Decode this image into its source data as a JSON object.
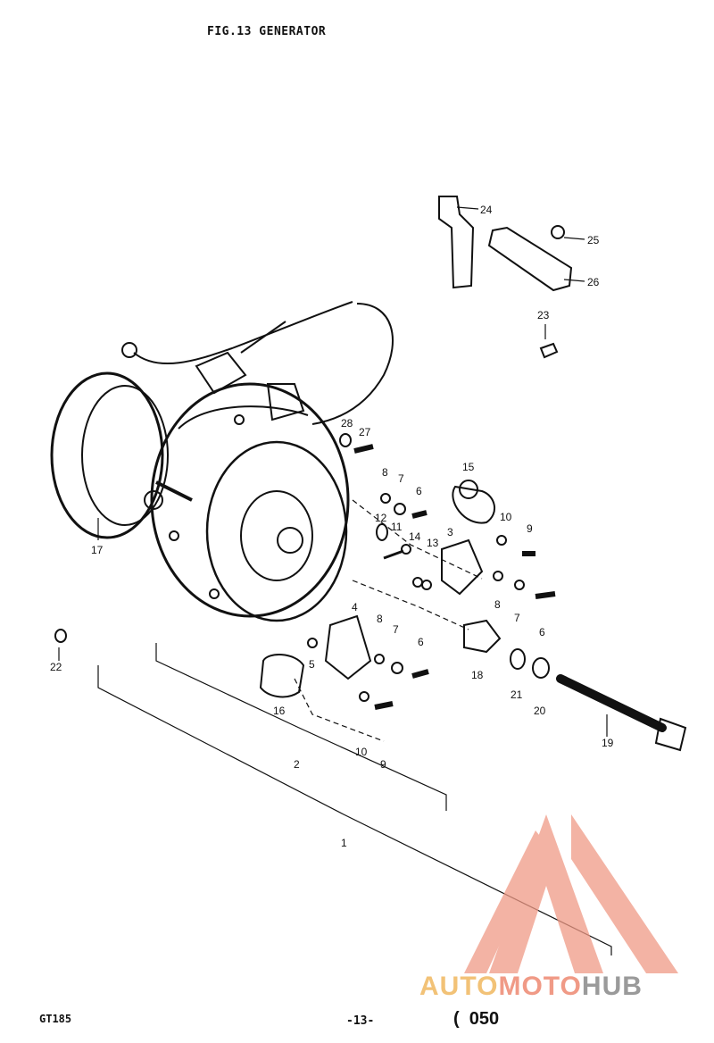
{
  "title": "FIG.13  GENERATOR",
  "footer": {
    "model": "GT185",
    "page": "-13-",
    "code_prefix": "(",
    "code": "050"
  },
  "watermark": {
    "part1": "AUTO",
    "part2": "MOTO",
    "part3": "HUB",
    "logo_icon": "triangle-logo-icon"
  },
  "callouts": [
    {
      "n": "24"
    },
    {
      "n": "25"
    },
    {
      "n": "26"
    },
    {
      "n": "23"
    },
    {
      "n": "28"
    },
    {
      "n": "27"
    },
    {
      "n": "15"
    },
    {
      "n": "8"
    },
    {
      "n": "7"
    },
    {
      "n": "6"
    },
    {
      "n": "12"
    },
    {
      "n": "11"
    },
    {
      "n": "14"
    },
    {
      "n": "13"
    },
    {
      "n": "3"
    },
    {
      "n": "10"
    },
    {
      "n": "9"
    },
    {
      "n": "8"
    },
    {
      "n": "7"
    },
    {
      "n": "6"
    },
    {
      "n": "17"
    },
    {
      "n": "22"
    },
    {
      "n": "4"
    },
    {
      "n": "8"
    },
    {
      "n": "7"
    },
    {
      "n": "6"
    },
    {
      "n": "5"
    },
    {
      "n": "18"
    },
    {
      "n": "21"
    },
    {
      "n": "20"
    },
    {
      "n": "16"
    },
    {
      "n": "10"
    },
    {
      "n": "9"
    },
    {
      "n": "19"
    },
    {
      "n": "2"
    },
    {
      "n": "1"
    }
  ]
}
